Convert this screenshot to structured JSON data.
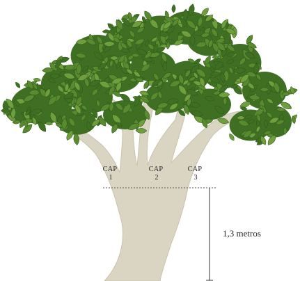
{
  "caps": [
    {
      "line1": "CAP",
      "line2": "1"
    },
    {
      "line1": "CAP",
      "line2": "2"
    },
    {
      "line1": "CAP",
      "line2": "3"
    }
  ],
  "height_label": "1,3 metros",
  "colors": {
    "trunk": "#dad5c3",
    "trunk_edge": "#c9c2ab",
    "leaf_dark": "#3f6f22",
    "leaf_mid": "#588a30",
    "leaf_light": "#6f9e3c",
    "leaf_vein": "#2f5618",
    "line": "#333333"
  }
}
